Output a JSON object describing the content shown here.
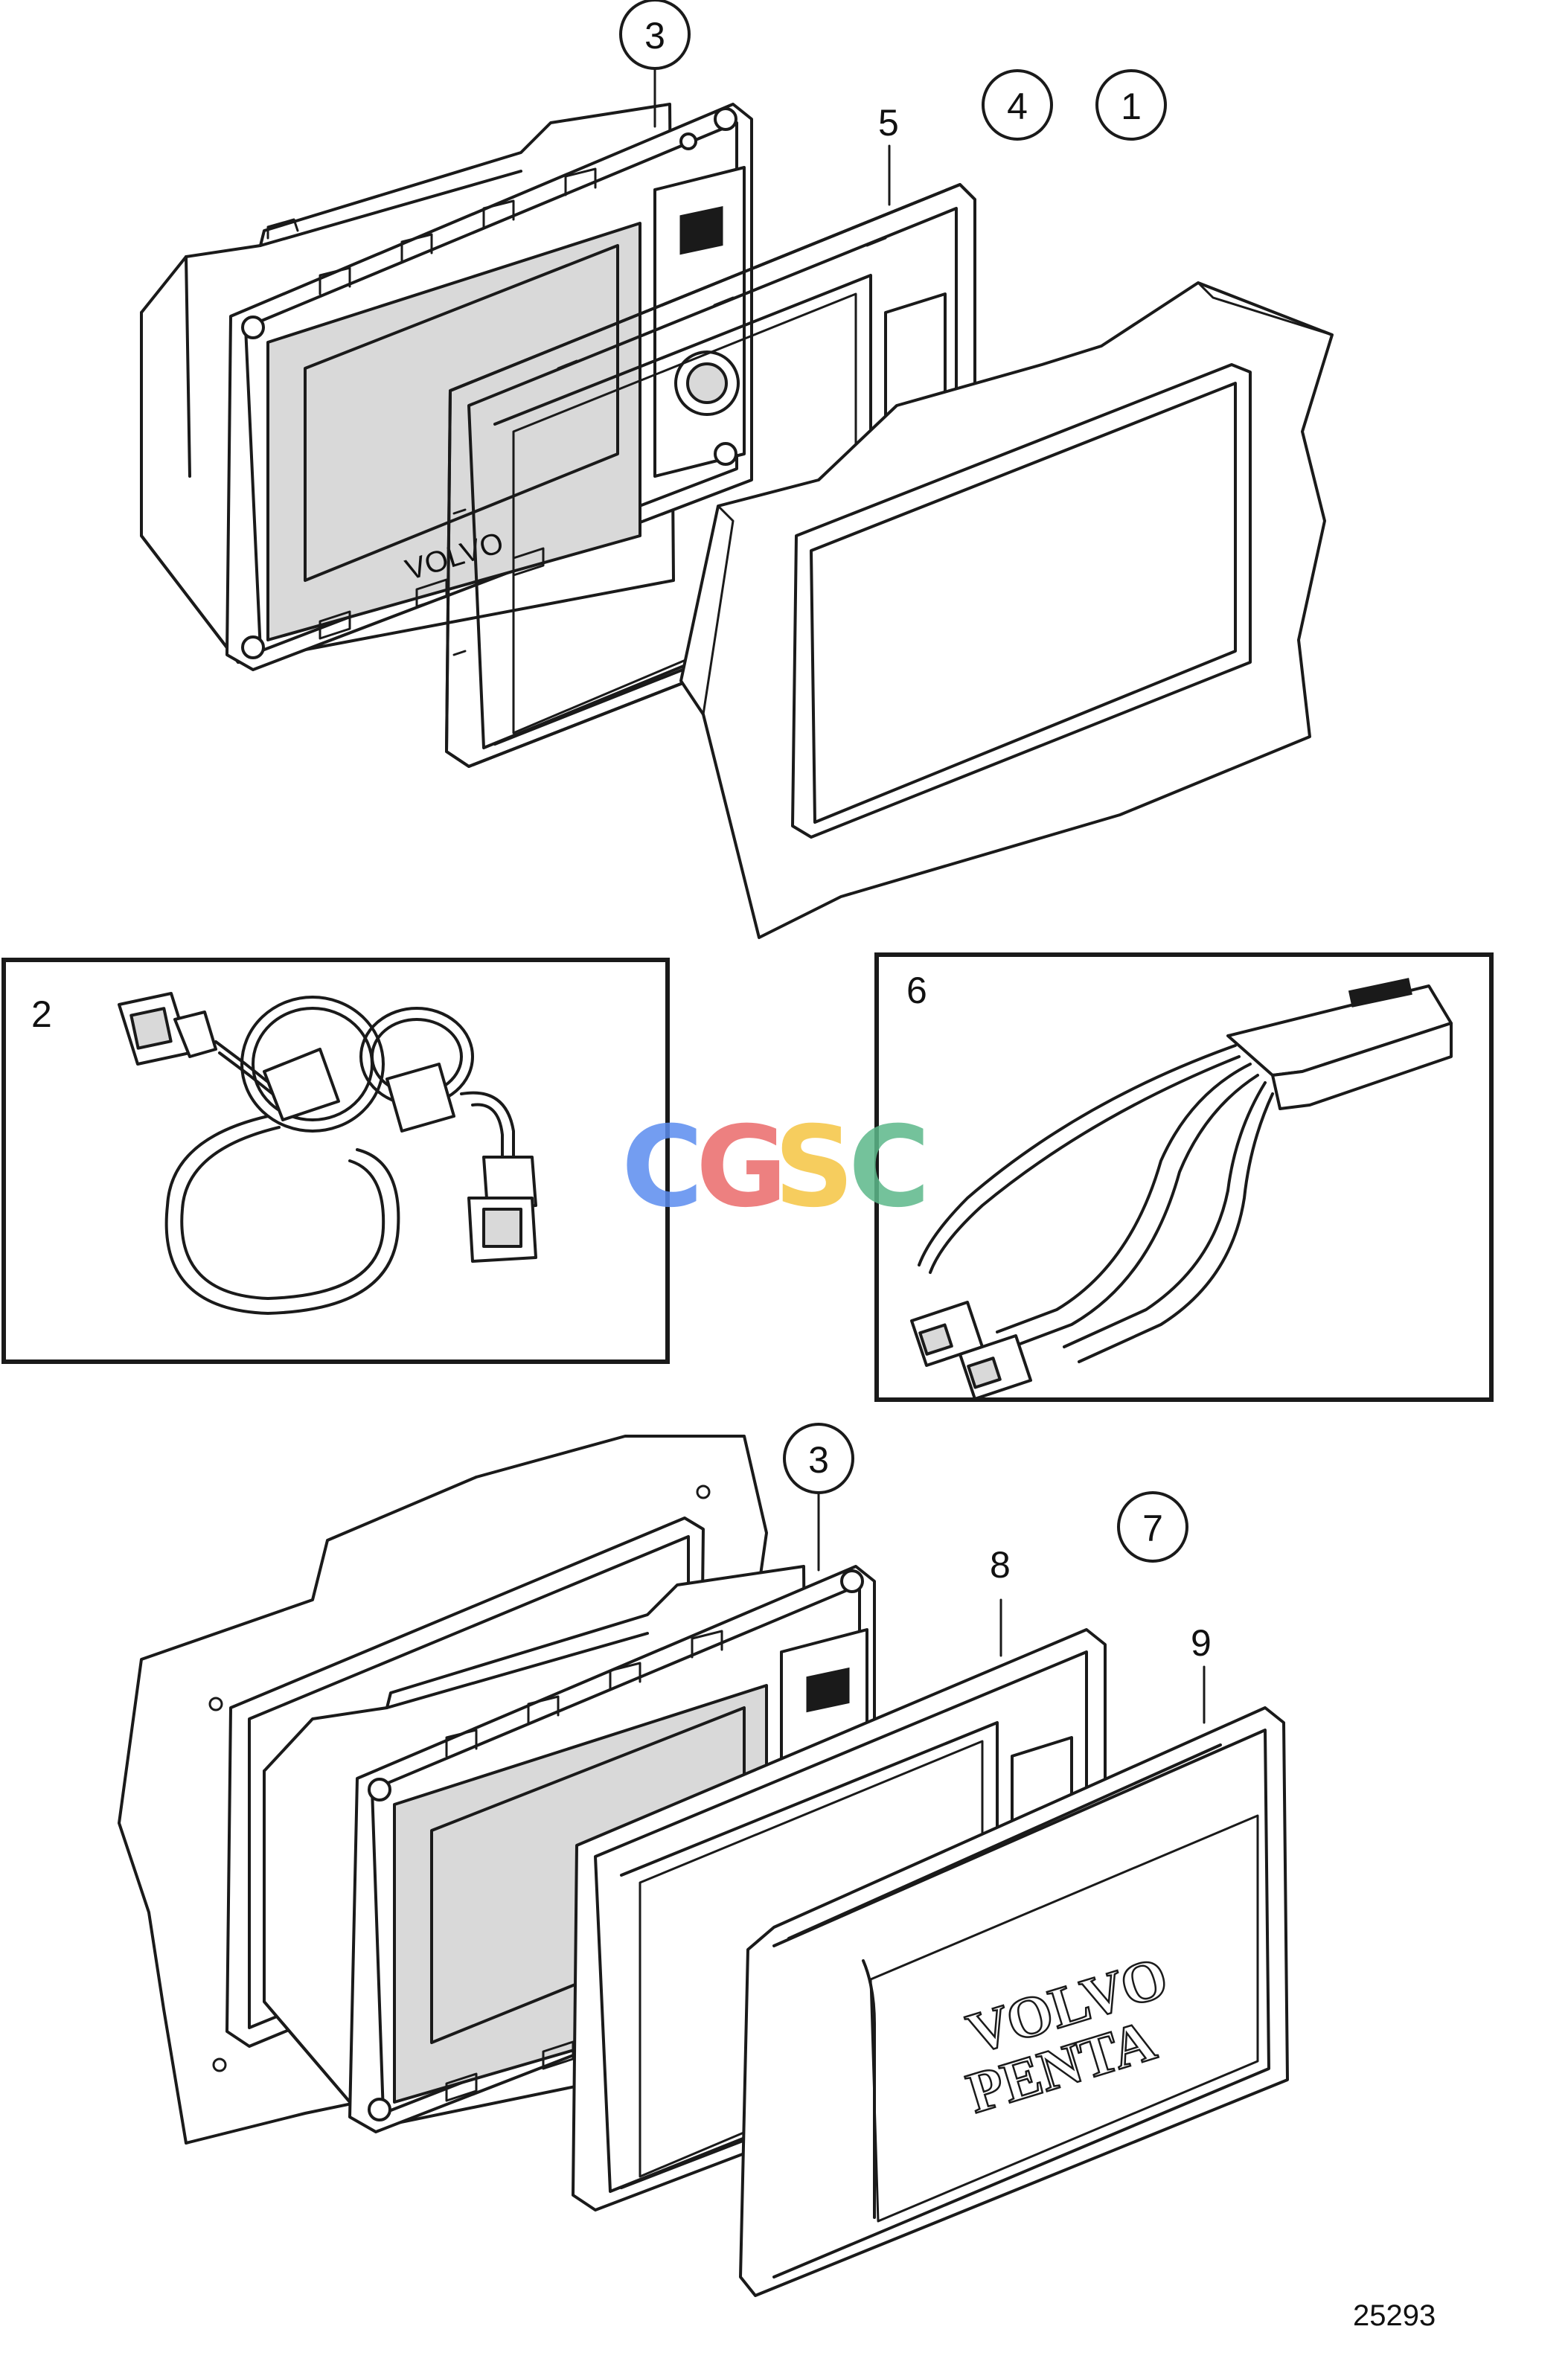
{
  "callouts": {
    "c3_top": "3",
    "c4": "4",
    "c1": "1",
    "c3_bottom": "3",
    "c7": "7"
  },
  "labels": {
    "l5": "5",
    "l8": "8",
    "l9": "9"
  },
  "boxes": {
    "box_harness": {
      "number": "2"
    },
    "box_adapter": {
      "number": "6"
    }
  },
  "brand": {
    "cover_line1": "VOLVO",
    "cover_line2": "PENTA",
    "display_mark": "VOLVO"
  },
  "watermark": {
    "letters": [
      "C",
      "G",
      "S",
      "C"
    ],
    "colors": [
      "#5b8def",
      "#ea6b6b",
      "#f5c542",
      "#5cb88a"
    ]
  },
  "figure_number": "25293"
}
